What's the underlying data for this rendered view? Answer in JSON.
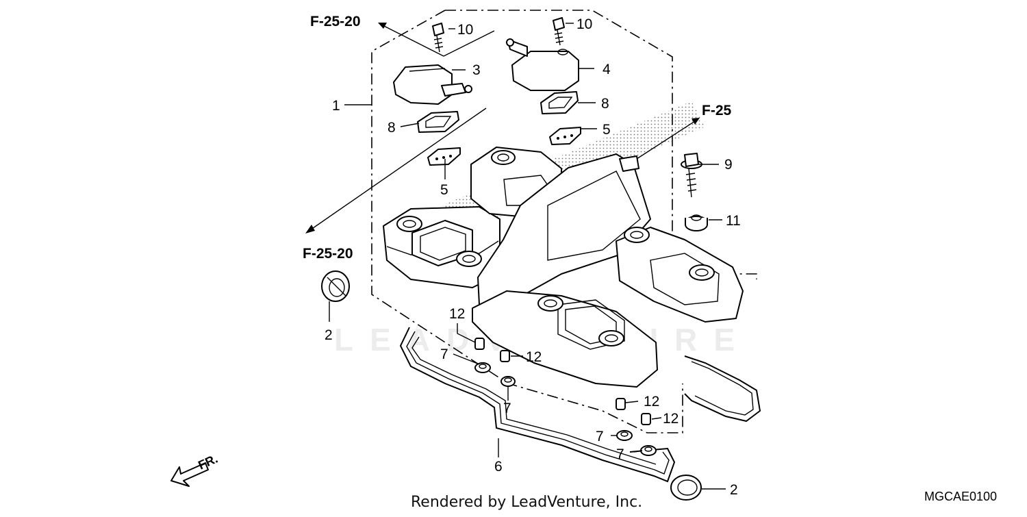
{
  "diagram": {
    "callouts": {
      "c1": "1",
      "c2a": "2",
      "c2b": "2",
      "c3": "3",
      "c4": "4",
      "c5a": "5",
      "c5b": "5",
      "c6": "6",
      "c7a": "7",
      "c7b": "7",
      "c7c": "7",
      "c7d": "7",
      "c8a": "8",
      "c8b": "8",
      "c9": "9",
      "c10a": "10",
      "c10b": "10",
      "c11": "11",
      "c12a": "12",
      "c12b": "12",
      "c12c": "12",
      "c12d": "12"
    },
    "refs": {
      "top": "F-25-20",
      "left": "F-25-20",
      "right": "F-25"
    },
    "front_label": "FR.",
    "watermark": "LEADVENTURE",
    "footer": "Rendered by LeadVenture, Inc.",
    "code": "MGCAE0100"
  }
}
